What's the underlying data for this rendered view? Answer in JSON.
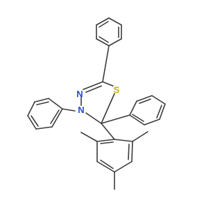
{
  "molecule": {
    "atoms": {
      "s1": {
        "symbol": "S",
        "color": "#c8b400"
      },
      "n3": {
        "symbol": "N",
        "color": "#2848d8"
      },
      "n4": {
        "symbol": "N",
        "color": "#2848d8"
      }
    },
    "colors": {
      "bond": "#3a3a3a",
      "background": "#ffffff"
    }
  }
}
